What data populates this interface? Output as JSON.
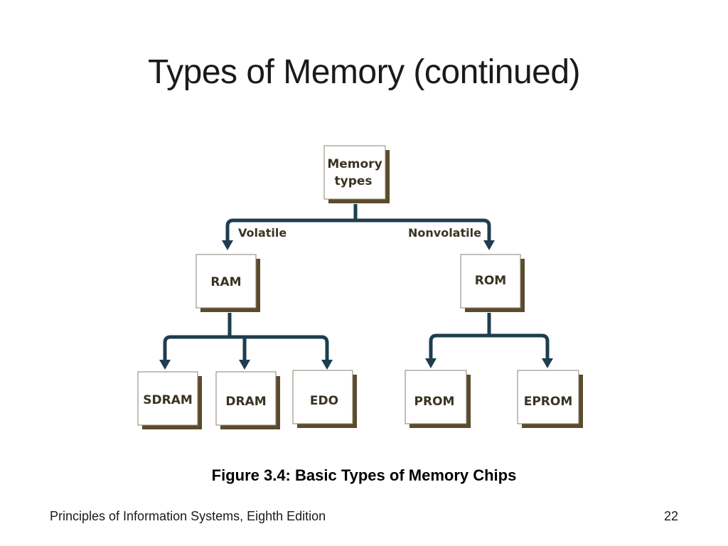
{
  "slide": {
    "title": "Types of Memory (continued)",
    "caption": "Figure 3.4: Basic Types of Memory Chips",
    "footer": "Principles of Information Systems, Eighth Edition",
    "page_number": "22"
  },
  "diagram": {
    "root": {
      "line1": "Memory",
      "line2": "types"
    },
    "branches": {
      "left_label": "Volatile",
      "right_label": "Nonvolatile"
    },
    "level1": {
      "left": "RAM",
      "right": "ROM"
    },
    "ram_children": [
      "SDRAM",
      "DRAM",
      "EDO"
    ],
    "rom_children": [
      "PROM",
      "EPROM"
    ],
    "colors": {
      "connector": "#1e3d4f",
      "box_shadow": "#5b4b2c",
      "box_border": "#8a8070",
      "label_text": "#3a3322"
    }
  }
}
